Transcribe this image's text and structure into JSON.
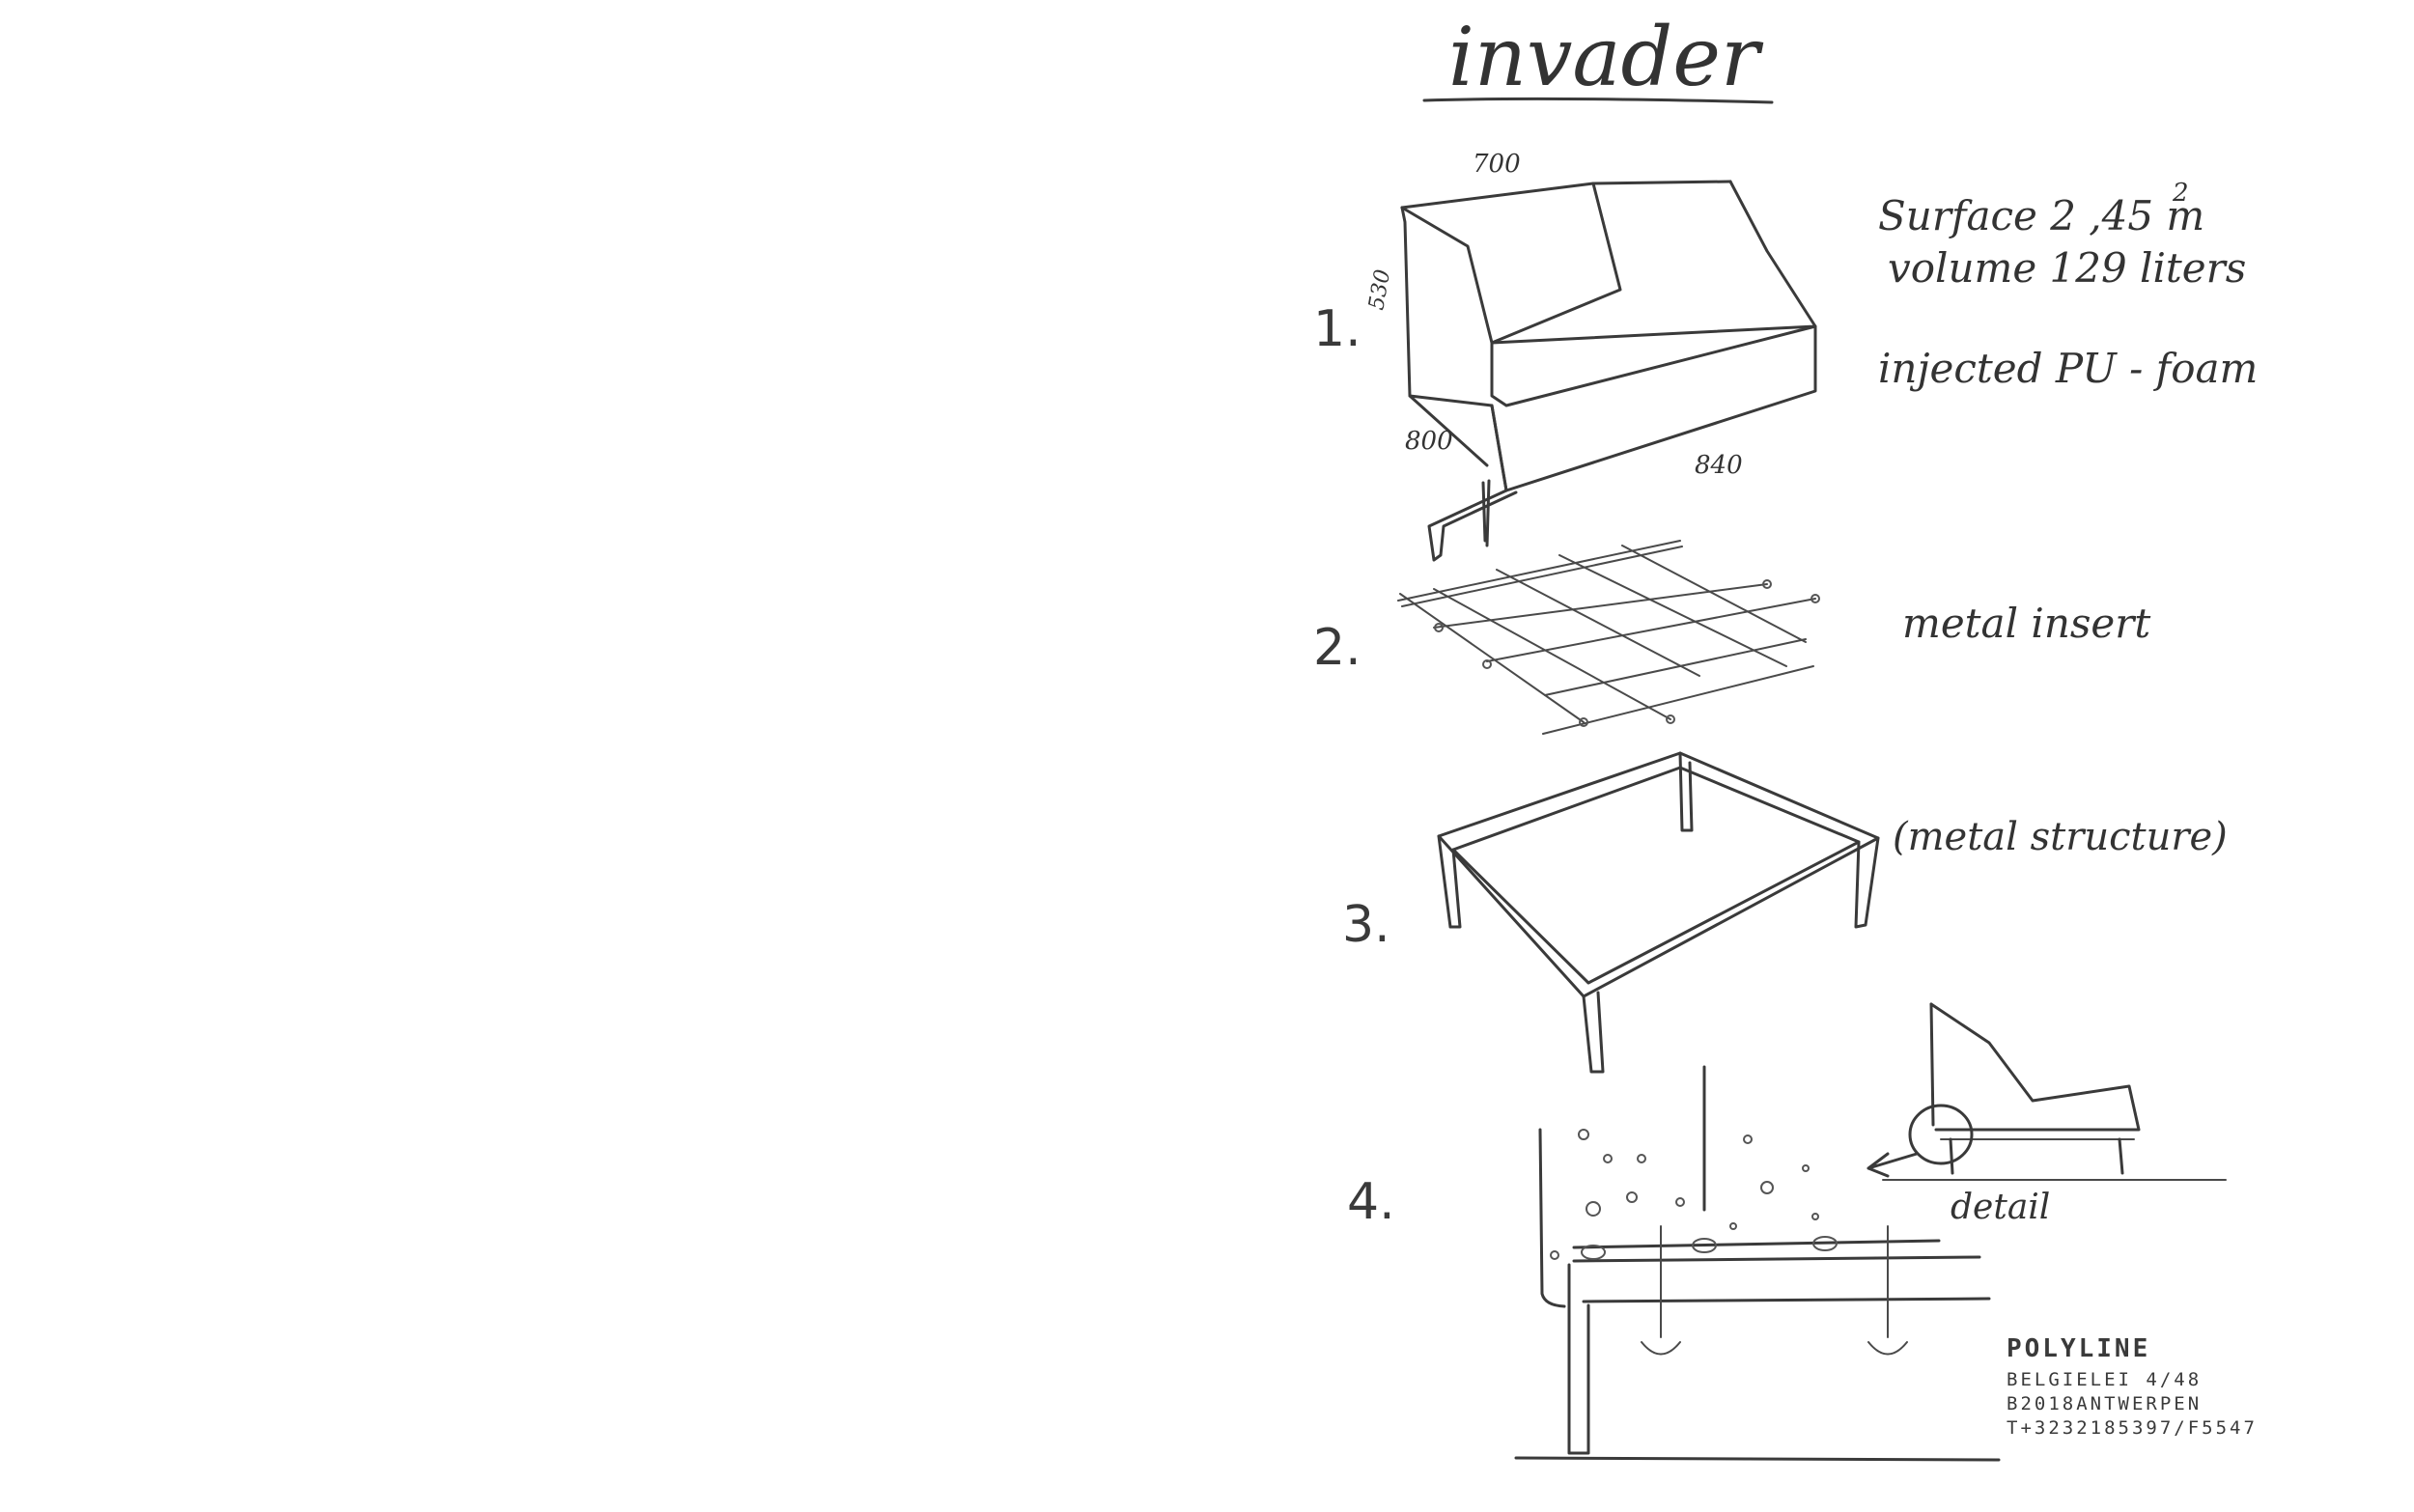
{
  "title": "invader",
  "steps": [
    {
      "number": "1.",
      "note_lines": [
        "Surface  2 ,45 m",
        "volume  129 liters"
      ],
      "superscript": "2",
      "extra_note": "injected PU - foam"
    },
    {
      "number": "2.",
      "note_lines": [
        "metal insert"
      ]
    },
    {
      "number": "3.",
      "note_lines": [
        "(metal structure)"
      ]
    },
    {
      "number": "4.",
      "note_lines": [
        "detail"
      ]
    }
  ],
  "dimensions": {
    "width": "700",
    "height": "530",
    "depth": "800",
    "length": "840"
  },
  "company": {
    "name": "POLYLINE",
    "address_line1": "BELGIELEI 4/48",
    "address_line2": "B2018ANTWERPEN",
    "phone": "T+3232185397/F5547"
  }
}
